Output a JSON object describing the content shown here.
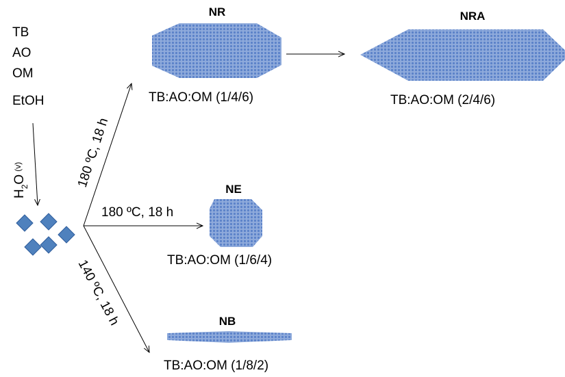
{
  "reagents": [
    "TB",
    "AO",
    "OM",
    "EtOH"
  ],
  "water_label": {
    "main_pre": "H",
    "sub": "2",
    "main_post": "O",
    "phase": "(v)"
  },
  "shapes": {
    "nr": {
      "title": "NR",
      "ratio": "TB:AO:OM (1/4/6)"
    },
    "nra": {
      "title": "NRA",
      "ratio": "TB:AO:OM (2/4/6)"
    },
    "ne": {
      "title": "NE",
      "ratio": "TB:AO:OM (1/6/4)"
    },
    "nb": {
      "title": "NB",
      "ratio": "TB:AO:OM (1/8/2)"
    }
  },
  "conditions": {
    "up": "180 ºC, 18 h",
    "mid": "180 ºC, 18 h",
    "down": "140 ºC, 18 h"
  },
  "colors": {
    "crystal_fill": "#8eaadb",
    "crystal_dot": "#4a72c4",
    "diamond_fill": "#4f81bd",
    "diamond_stroke": "#2e5d9c"
  }
}
